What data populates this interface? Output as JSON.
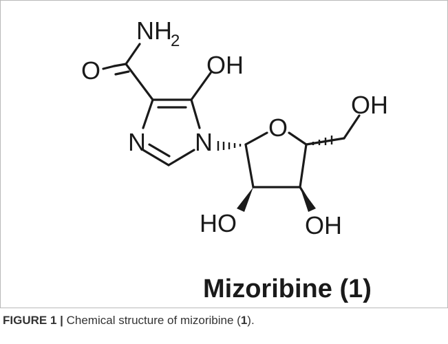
{
  "figure": {
    "atoms": {
      "nh2_main": "NH",
      "nh2_sub": "2",
      "carbonyl_o": "O",
      "hydroxyl_c5": "OH",
      "ring_n3": "N",
      "ring_n1": "N",
      "ring_o": "O",
      "hydroxyl_c5p": "OH",
      "hydroxyl_c2p": "HO",
      "hydroxyl_c3p": "OH"
    },
    "compound_name": "Mizoribine (1)",
    "caption": {
      "label": "FIGURE 1 |",
      "text_before": " Chemical structure of mizoribine (",
      "ref": "1",
      "text_after": ")."
    }
  }
}
